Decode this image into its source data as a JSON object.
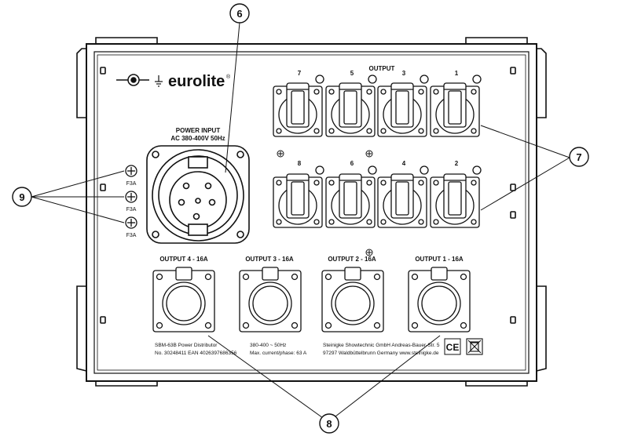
{
  "brand": "eurolite",
  "registered_mark": "®",
  "callouts": {
    "c6": "6",
    "c7": "7",
    "c8": "8",
    "c9": "9"
  },
  "power_input": {
    "line1": "POWER INPUT",
    "line2": "AC 380-400V 50Hz"
  },
  "fuses": {
    "label": "F3A"
  },
  "output_header": "OUTPUT",
  "schuko_top_numbers": [
    "7",
    "5",
    "3",
    "1"
  ],
  "schuko_bottom_numbers": [
    "8",
    "6",
    "4",
    "2"
  ],
  "cee_outputs": [
    "OUTPUT 4 - 16A",
    "OUTPUT 3 - 16A",
    "OUTPUT 2 - 16A",
    "OUTPUT 1 - 16A"
  ],
  "footer": {
    "model_line1": "SBM-63B Power Distributor",
    "model_line2": "No. 30248411  EAN 4026397686356",
    "spec_line1": "380-400 ~ 50Hz",
    "spec_line2": "Max. current/phase: 63 A",
    "maker_line1": "Steinigke Showtechnic GmbH Andreas-Bauer-Str. 5",
    "maker_line2": "97297 Waldbüttelbrunn Germany www.steinigke.de",
    "ce_mark": "CE"
  }
}
